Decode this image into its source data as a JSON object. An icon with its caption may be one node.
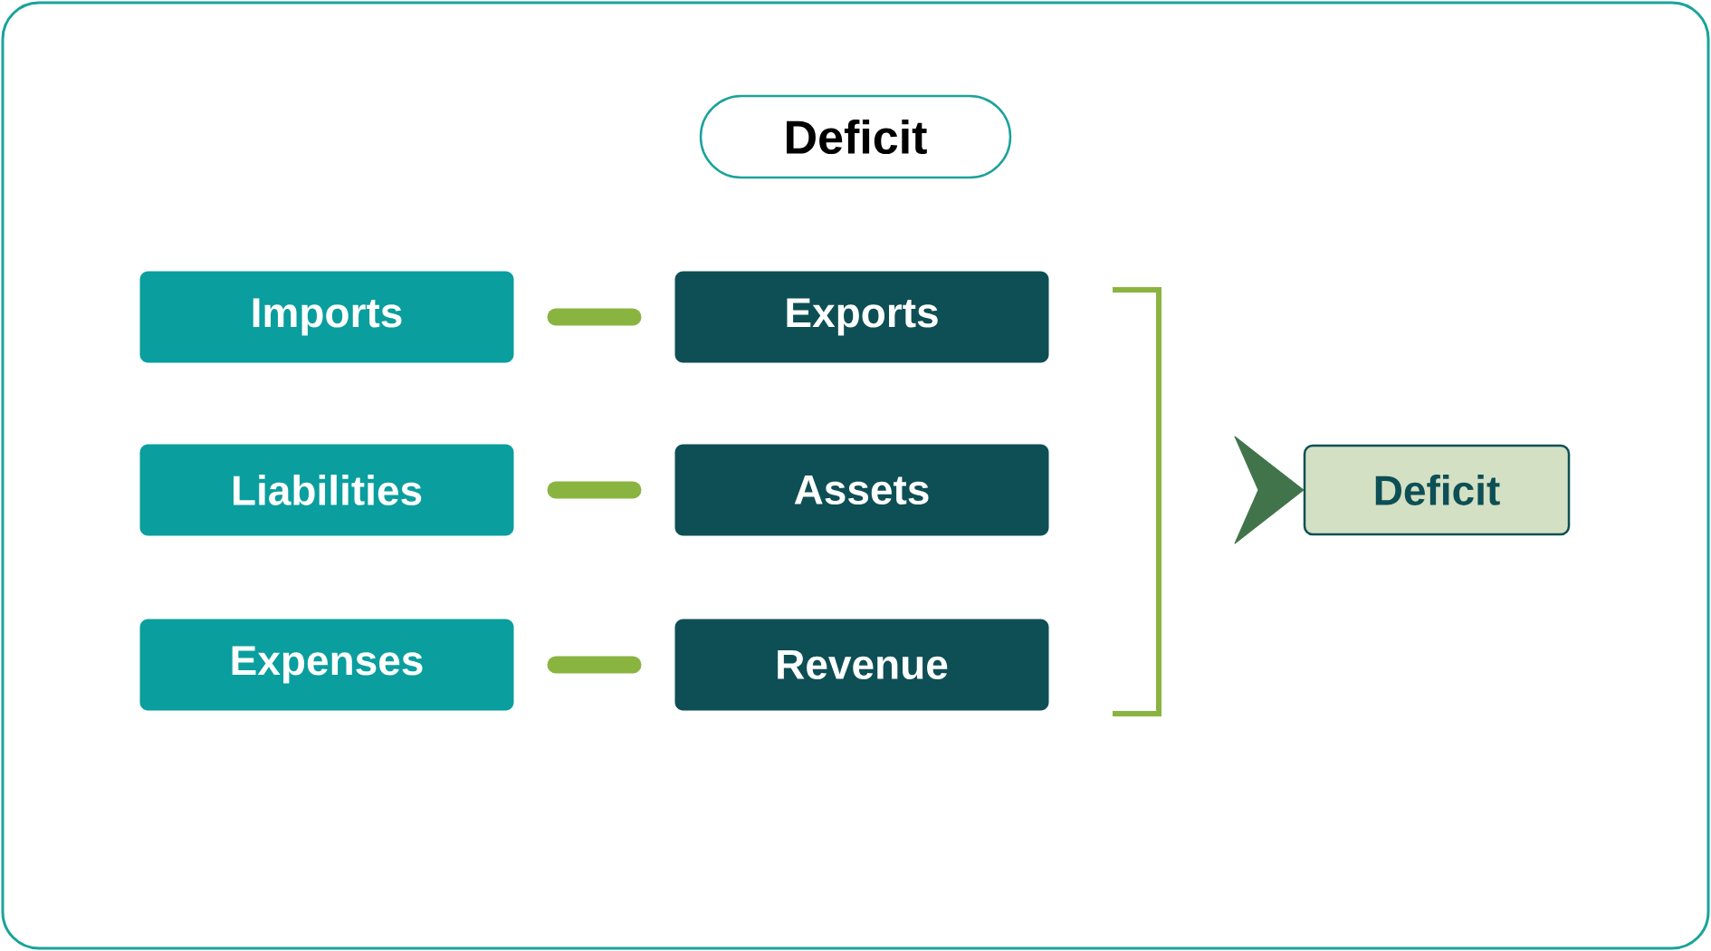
{
  "diagram": {
    "title": "Deficit",
    "nodes": [
      {
        "text": [
          "Imports"
        ]
      },
      {
        "text": [
          "Exports"
        ]
      },
      {
        "text": [
          "Liabilities"
        ]
      },
      {
        "text": [
          "Assets"
        ]
      },
      {
        "text": [
          "Expenses"
        ]
      },
      {
        "text": [
          "Revenue"
        ]
      },
      {
        "text": [
          "Deficit"
        ]
      }
    ],
    "edges": [
      {
        "from": null,
        "to": 6,
        "arrow": "to"
      }
    ]
  }
}
